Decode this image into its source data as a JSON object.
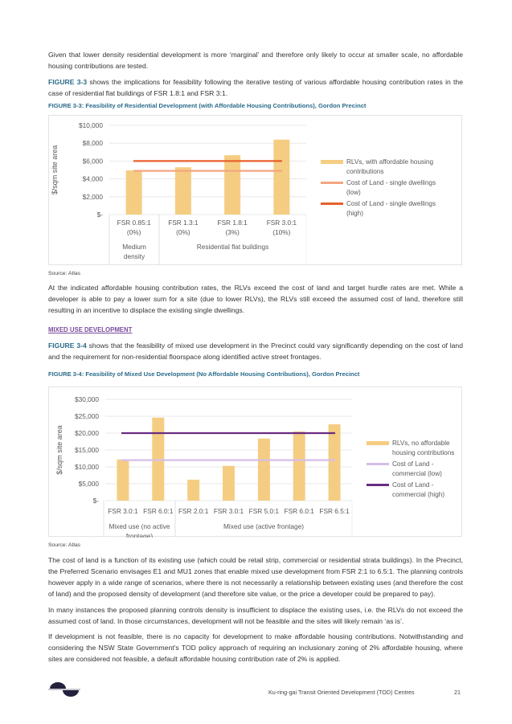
{
  "paragraphs": {
    "p1": "Given that lower density residential development is more ‘marginal’ and therefore only likely to occur at smaller scale, no affordable housing contributions are tested.",
    "p2_ref": "FIGURE 3-3",
    "p2": " shows the implications for feasibility following the iterative testing of various affordable housing contribution rates in the case of residential flat buildings of FSR 1.8:1 and FSR 3:1.",
    "p3": "At the indicated affordable housing contribution rates, the RLVs exceed the cost of land and target hurdle rates are met. While a developer is able to pay a lower sum for a site (due to lower RLVs), the RLVs still exceed the assumed cost of land, therefore still resulting in an incentive to displace the existing single dwellings.",
    "heading": "MIXED USE DEVELOPMENT",
    "p4_ref": "FIGURE 3-4",
    "p4": " shows that the feasibility of mixed use development in the Precinct could vary significantly depending on the cost of land and the requirement for non-residential floorspace along identified active street frontages.",
    "p5": "The cost of land is a function of its existing use (which could be retail strip, commercial or residential strata buildings). In the Precinct, the Preferred Scenario envisages E1 and MU1 zones that enable mixed use development from FSR 2:1 to 6.5:1. The planning controls however apply in a wide range of scenarios, where there is not necessarily a relationship between existing uses (and therefore the cost of land) and the proposed density of development (and therefore site value, or the price a developer could be prepared to pay).",
    "p6": "In many instances the proposed planning controls density is insufficient to displace the existing uses, i.e. the RLVs do not exceed the assumed cost of land. In those circumstances, development will not be feasible and the sites will likely remain ‘as is’.",
    "p7": "If development is not feasible, there is no capacity for development to make affordable housing contributions. Notwithstanding and considering the NSW State Government’s TOD policy approach of requiring an inclusionary zoning of 2% affordable housing, where sites are considered not feasible, a default affordable housing contribution rate of 2% is applied."
  },
  "captions": {
    "fig1": "FIGURE 3-3: Feasibility of Residential Development (with Affordable Housing Contributions), Gordon Precinct",
    "fig2": "FIGURE 3-4: Feasibility of Mixed Use Development (No Affordable Housing Contributions), Gordon Precinct",
    "source1": "Source: Atlas",
    "source2": "Source: Atlas"
  },
  "chart_data": [
    {
      "type": "bar",
      "ylabel": "$/sqm site area",
      "ylim": [
        0,
        10000
      ],
      "yticks": [
        {
          "v": 0,
          "label": "$-"
        },
        {
          "v": 2000,
          "label": "$2,000"
        },
        {
          "v": 4000,
          "label": "$4,000"
        },
        {
          "v": 6000,
          "label": "$6,000"
        },
        {
          "v": 8000,
          "label": "$8,000"
        },
        {
          "v": 10000,
          "label": "$10,000"
        }
      ],
      "categories": [
        [
          "FSR 0.85:1",
          "(0%)"
        ],
        [
          "FSR 1.3:1",
          "(0%)"
        ],
        [
          "FSR 1.8:1",
          "(3%)"
        ],
        [
          "FSR 3.0:1",
          "(10%)"
        ]
      ],
      "groups": [
        [
          "Medium",
          "density"
        ],
        [
          "Residential flat buildings"
        ]
      ],
      "series": [
        {
          "name": "RLVs, with affordable housing contributions",
          "kind": "bar",
          "color": "#f5cd82",
          "values": [
            4950,
            5300,
            6650,
            8400
          ]
        },
        {
          "name": "Cost of Land - single dwellings (low)",
          "kind": "line",
          "color": "#f4a582",
          "values": [
            4900,
            4900,
            4900,
            4900
          ]
        },
        {
          "name": "Cost of Land - single dwellings (high)",
          "kind": "line",
          "color": "#e8602c",
          "values": [
            6000,
            6000,
            6000,
            6000
          ]
        }
      ],
      "legend_lines": [
        [
          "RLVs, with affordable housing",
          "contributions"
        ],
        [
          "Cost of Land - single dwellings",
          "(low)"
        ],
        [
          "Cost of Land - single dwellings",
          "(high)"
        ]
      ],
      "legend": "right"
    },
    {
      "type": "bar",
      "ylabel": "$/sqm site area",
      "ylim": [
        0,
        30000
      ],
      "yticks": [
        {
          "v": 0,
          "label": "$-"
        },
        {
          "v": 5000,
          "label": "$5,000"
        },
        {
          "v": 10000,
          "label": "$10,000"
        },
        {
          "v": 15000,
          "label": "$15,000"
        },
        {
          "v": 20000,
          "label": "$20,000"
        },
        {
          "v": 25000,
          "label": "$25,000"
        },
        {
          "v": 30000,
          "label": "$30,000"
        }
      ],
      "categories": [
        [
          "FSR 3.0:1"
        ],
        [
          "FSR 6.0:1"
        ],
        [
          "FSR 2.0:1"
        ],
        [
          "FSR 3.0:1"
        ],
        [
          "FSR 5.0:1"
        ],
        [
          "FSR 6.0:1"
        ],
        [
          "FSR 6.5:1"
        ]
      ],
      "groups": [
        [
          "Mixed use (no active",
          "frontage)"
        ],
        [
          "Mixed use (active frontage)"
        ]
      ],
      "series": [
        {
          "name": "RLVs, no affordable housing contributions",
          "kind": "bar",
          "color": "#f5cd82",
          "values": [
            12200,
            24600,
            6200,
            10300,
            18400,
            20500,
            22600
          ]
        },
        {
          "name": "Cost of Land - commercial (low)",
          "kind": "line",
          "color": "#d6bde8",
          "values": [
            12000,
            12000,
            12000,
            12000,
            12000,
            12000,
            12000
          ]
        },
        {
          "name": "Cost of Land - commercial (high)",
          "kind": "line",
          "color": "#6a2c82",
          "values": [
            20000,
            20000,
            20000,
            20000,
            20000,
            20000,
            20000
          ]
        }
      ],
      "legend_lines": [
        [
          "RLVs, no affordable",
          "housing contributions"
        ],
        [
          "Cost of Land -",
          "commercial (low)"
        ],
        [
          "Cost of Land -",
          "commercial (high)"
        ]
      ],
      "legend": "right"
    }
  ],
  "footer": {
    "title": "Ku-ring-gai Transit Oriented Development (TOD) Centres",
    "page": "21"
  }
}
